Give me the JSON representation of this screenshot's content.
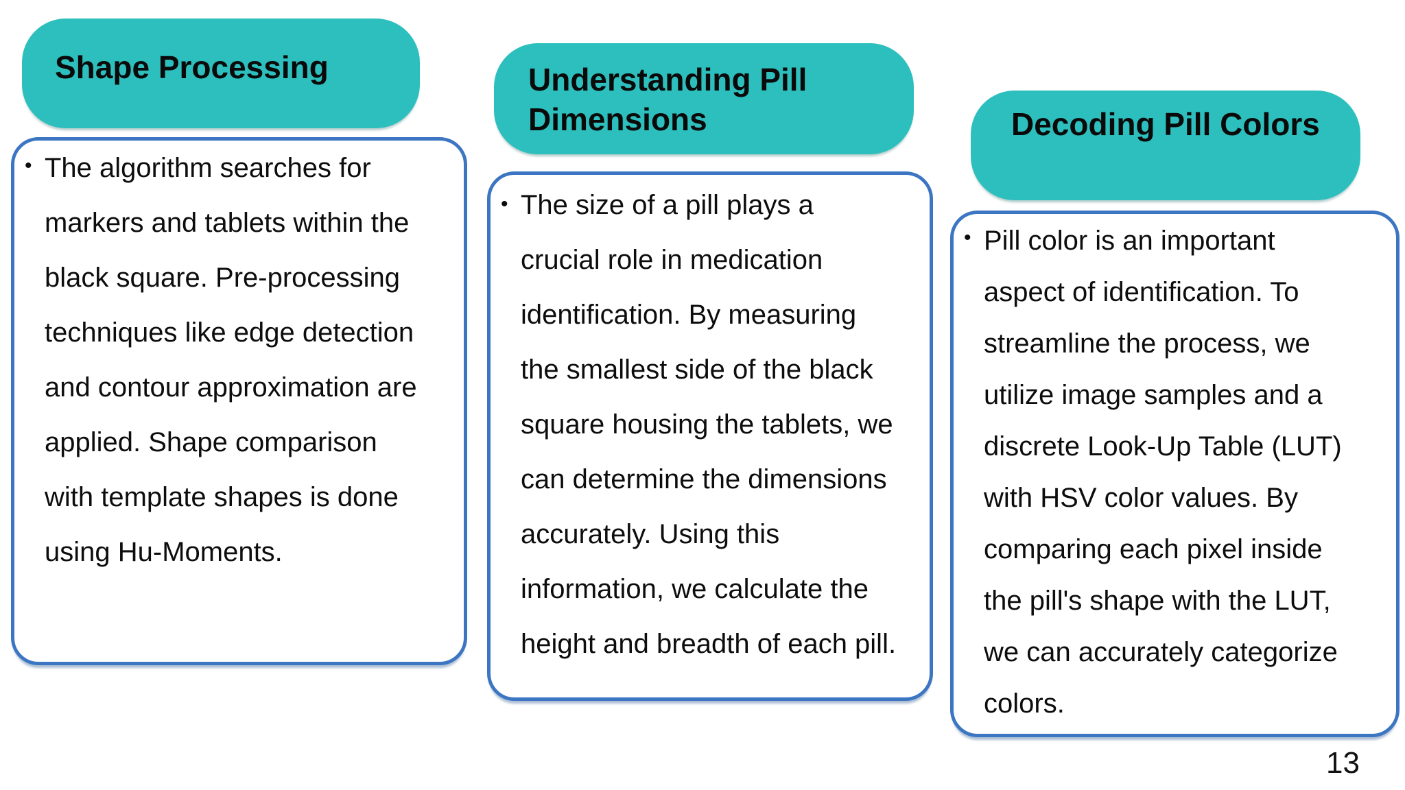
{
  "slide": {
    "background_color": "#ffffff",
    "header_bg_color": "#2dbfbd",
    "box_border_color": "#3c76c2",
    "text_color": "#0d0d0d",
    "bullet_glyph": "•",
    "page_number": "13",
    "columns": [
      {
        "header": "Shape Processing",
        "body": "The algorithm searches for markers and tablets within the black square. Pre-processing techniques like edge detection and contour approximation are applied. Shape comparison with template shapes is done using Hu-Moments."
      },
      {
        "header": "Understanding Pill Dimensions",
        "body": "The size of a pill plays a crucial role in medication identification. By measuring the smallest side of the black square housing the tablets, we can determine the dimensions accurately. Using this information, we calculate the height and breadth of each pill."
      },
      {
        "header": "Decoding Pill Colors",
        "body": "Pill color is an important aspect of identification. To streamline the process, we utilize image samples and a discrete Look-Up Table (LUT) with HSV color values. By comparing each pixel inside the pill's shape with the LUT, we can accurately categorize colors."
      }
    ]
  }
}
